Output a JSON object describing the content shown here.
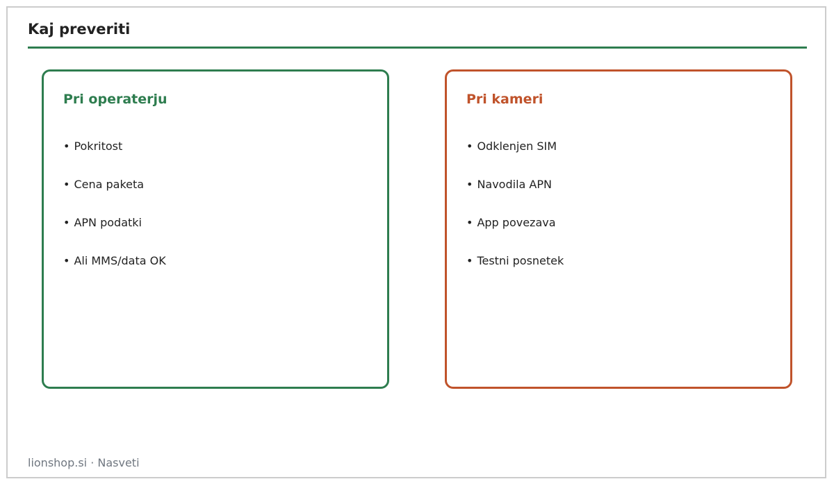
{
  "header": {
    "title": "Kaj preveriti"
  },
  "colors": {
    "accent_green": "#2e7d4f",
    "accent_orange": "#c0532b",
    "text": "#222222",
    "muted": "#707780",
    "frame_border": "#cccccc"
  },
  "cards": [
    {
      "heading": "Pri operaterju",
      "items": [
        "Pokritost",
        "Cena paketa",
        "APN podatki",
        "Ali MMS/data OK"
      ]
    },
    {
      "heading": "Pri kameri",
      "items": [
        "Odklenjen SIM",
        "Navodila APN",
        "App povezava",
        "Testni posnetek"
      ]
    }
  ],
  "footer": {
    "text": "lionshop.si · Nasveti"
  }
}
